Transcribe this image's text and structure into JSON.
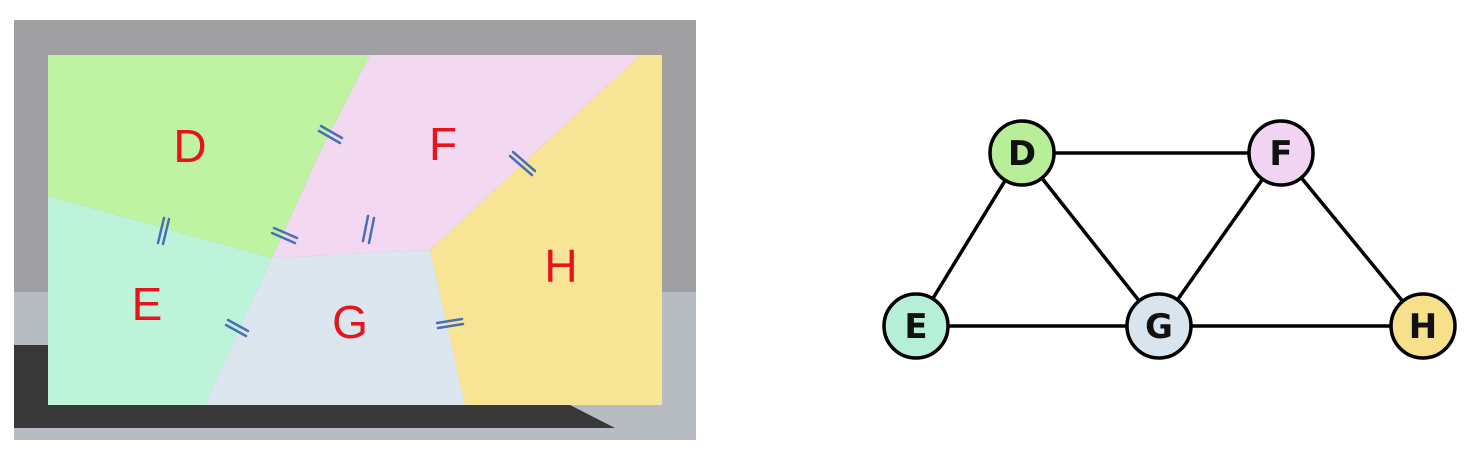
{
  "map": {
    "label_color": "#e8141c",
    "tick_color": "#4a6fb5",
    "regions": [
      {
        "id": "D",
        "label": "D",
        "color": "#bff3a1"
      },
      {
        "id": "F",
        "label": "F",
        "color": "#f2d8f0"
      },
      {
        "id": "E",
        "label": "E",
        "color": "#bcf3d9"
      },
      {
        "id": "G",
        "label": "G",
        "color": "#dbe6ef"
      },
      {
        "id": "H",
        "label": "H",
        "color": "#f7e495"
      }
    ],
    "adjacent_borders": [
      "D-F",
      "D-E",
      "D-G",
      "F-G",
      "F-H",
      "E-G",
      "G-H"
    ]
  },
  "graph": {
    "nodes": [
      {
        "id": "D",
        "label": "D",
        "color": "#b9ee98"
      },
      {
        "id": "F",
        "label": "F",
        "color": "#f1d4f1"
      },
      {
        "id": "E",
        "label": "E",
        "color": "#b6efd8"
      },
      {
        "id": "G",
        "label": "G",
        "color": "#d9e5ee"
      },
      {
        "id": "H",
        "label": "H",
        "color": "#f6e08b"
      }
    ],
    "edges": [
      [
        "D",
        "F"
      ],
      [
        "D",
        "E"
      ],
      [
        "D",
        "G"
      ],
      [
        "F",
        "G"
      ],
      [
        "F",
        "H"
      ],
      [
        "E",
        "G"
      ],
      [
        "G",
        "H"
      ]
    ]
  }
}
